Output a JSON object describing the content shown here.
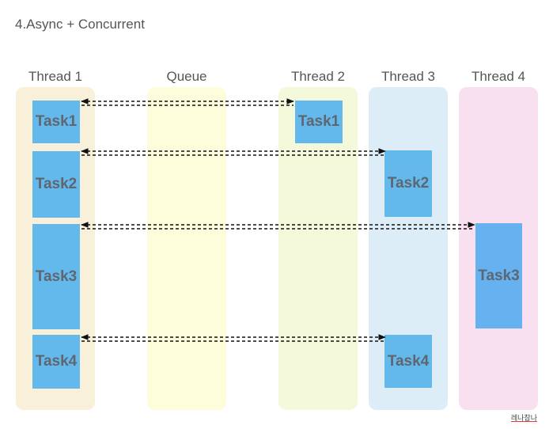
{
  "title": "4.Async + Concurrent",
  "columns": [
    "Thread 1",
    "Queue",
    "Thread 2",
    "Thread 3",
    "Thread 4"
  ],
  "tasks": [
    "Task1",
    "Task2",
    "Task3",
    "Task4"
  ],
  "credit": "레나참나",
  "colors": {
    "thread1_lane": "#f9f0d9",
    "queue_lane": "#fdfddb",
    "thread2_lane": "#f5f9dc",
    "thread3_lane": "#dcedf7",
    "thread4_lane": "#f9e0f1",
    "task_fill": "#64b9ec",
    "task_fill_alt": "#66b1f0",
    "arrow": "#111111"
  }
}
